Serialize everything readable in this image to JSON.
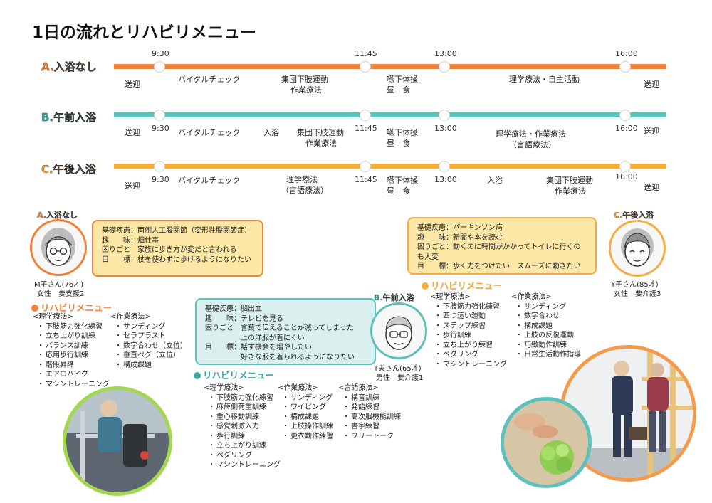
{
  "title": "1日の流れとリハビリメニュー",
  "colors": {
    "orange": "#ef8138",
    "teal": "#5cc1bd",
    "amber": "#f6ac3e",
    "green": "#a3d84e"
  },
  "rows": [
    {
      "label": "A.入浴なし",
      "times": {
        "t930": "9:30",
        "t1145": "11:45",
        "t1300": "13:00",
        "t1600": "16:00"
      },
      "items": {
        "pickup": "送迎",
        "vital": "バイタルチェック",
        "group1": "集団下肢運動",
        "group2": "作業療法",
        "swallow1": "嚥下体操",
        "swallow2": "昼　食",
        "pt": "理学療法・自主活動",
        "return": "送迎"
      }
    },
    {
      "label": "B.午前入浴",
      "times": {
        "t930": "9:30",
        "t1145": "11:45",
        "t1300": "13:00",
        "t1600": "16:00"
      },
      "items": {
        "pickup": "送迎",
        "vital": "バイタルチェック",
        "bath": "入浴",
        "group1": "集団下肢運動",
        "group2": "作業療法",
        "swallow1": "嚥下体操",
        "swallow2": "昼　食",
        "pt1": "理学療法・作業療法",
        "pt2": "（言語療法）",
        "return": "送迎"
      }
    },
    {
      "label": "C.午後入浴",
      "times": {
        "t930": "9:30",
        "t1145": "11:45",
        "t1300": "13:00",
        "t1600": "16:00"
      },
      "items": {
        "pickup": "送迎",
        "vital": "バイタルチェック",
        "pt1": "理学療法",
        "pt2": "（言語療法）",
        "swallow1": "嚥下体操",
        "swallow2": "昼　食",
        "bath": "入浴",
        "group1": "集団下肢運動",
        "group2": "作業療法",
        "return": "送迎"
      }
    }
  ],
  "personA": {
    "tag": "A.入浴なし",
    "name": "M子さん(76才)",
    "info": "女性　要支援2",
    "profile": [
      "基礎疾患：両側人工股関節（変形性股関節症）",
      "趣　　味：畑仕事",
      "困りごと　家族に歩き方が変だと言われる",
      "目　　標：杖を使わずに歩けるようになりたい"
    ],
    "menu_title": "リハビリメニュー",
    "pt_head": "<理学療法>",
    "pt": [
      "下肢筋力強化練習",
      "立ち上がり訓練",
      "バランス訓練",
      "応用歩行訓練",
      "階段昇降",
      "エアロバイク",
      "マシントレーニング"
    ],
    "ot_head": "<作業療法>",
    "ot": [
      "サンディング",
      "セラプラスト",
      "数字合わせ（立位）",
      "垂直ペグ（立位）",
      "構成課題"
    ]
  },
  "personB": {
    "tag": "B.午前入浴",
    "name": "T夫さん(65才)",
    "info": "男性　要介護1",
    "profile": [
      "基礎疾患：脳出血",
      "趣　　味：テレビを見る",
      "困りごと　言葉で伝えることが減ってしまった",
      "　　　　　上の洋服が着にくい",
      "目　　標：話す機会を増やしたい",
      "　　　　　好きな服を着られるようになりたい"
    ],
    "menu_title": "リハビリメニュー",
    "pt_head": "<理学療法>",
    "pt": [
      "下肢筋力強化練習",
      "麻痺側荷重訓練",
      "重心移動訓練",
      "感覚刺激入力",
      "歩行訓練",
      "立ち上がり訓練",
      "ペダリング",
      "マシントレーニング"
    ],
    "ot_head": "<作業療法>",
    "ot": [
      "サンディング",
      "ワイピング",
      "構成課題",
      "上肢操作訓練",
      "更衣動作練習"
    ],
    "st_head": "<言語療法>",
    "st": [
      "構音訓練",
      "発語練習",
      "高次脳機能訓練",
      "書字練習",
      "フリートーク"
    ]
  },
  "personC": {
    "tag": "C.午後入浴",
    "name": "Y子さん(85才)",
    "info": "女性　要介護3",
    "profile": [
      "基礎疾患：パーキンソン病",
      "趣　　味：新聞や本を読む",
      "困りごと：動くのに時間がかかってトイレに行くのも大変",
      "目　　標：歩く力をつけたい　スムーズに動きたい"
    ],
    "menu_title": "リハビリメニュー",
    "pt_head": "<理学療法>",
    "pt": [
      "下肢筋力強化練習",
      "四つ這い運動",
      "ステップ練習",
      "歩行訓練",
      "立ち上がり練習",
      "ペダリング",
      "マシントレーニング"
    ],
    "ot_head": "<作業療法>",
    "ot": [
      "サンディング",
      "数字合わせ",
      "構成課題",
      "上肢の反復運動",
      "巧緻動作訓練",
      "日常生活動作指導"
    ]
  }
}
